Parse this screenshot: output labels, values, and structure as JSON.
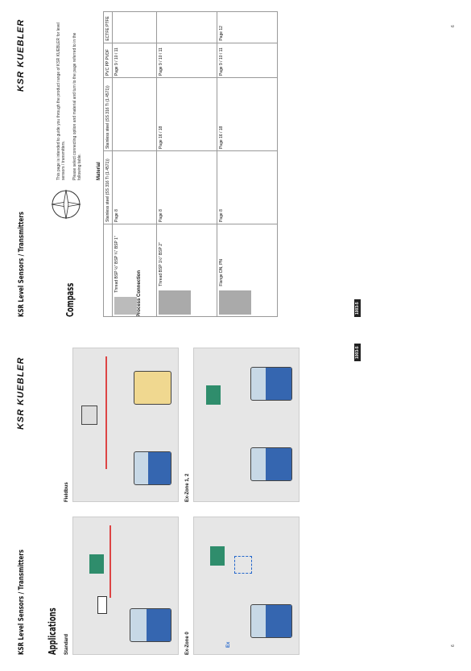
{
  "left_page": {
    "brand": "KSR KUEBLER",
    "header_title": "KSR Level Sensors / Transmitters",
    "section_title": "Applications",
    "panels": [
      {
        "title": "Standard"
      },
      {
        "title": "Fieldbus"
      },
      {
        "title": "Ex-Zone 0"
      },
      {
        "title": "Ex-Zone 1, 2"
      }
    ],
    "page_badge": "1003-5"
  },
  "right_page": {
    "brand": "KSR KUEBLER",
    "header_title": "KSR Level Sensors / Transmitters",
    "section_title": "Compass",
    "intro": [
      "This page is intended to guide you through the product range of KSR KUEBLER for level sensors / transmitters.",
      "Please select connecting option and material and turn to the page referred to in the following table."
    ],
    "material_label": "Material",
    "process_connection_label": "Process Connection",
    "columns": [
      "Stainless steel (SS 316 Ti (1.4571))",
      "Stainless steel (SS 316 Ti (1.4571))",
      "PVC PP PVDF",
      "ECTFE PTFE"
    ],
    "rows": [
      {
        "connection": "Thread BSP ½\" BSP ¾\" BSP 1\"",
        "cells": [
          "Page 8",
          "",
          "Page 9 / 10 / 11",
          ""
        ]
      },
      {
        "connection": "Thread BSP 1½\" BSP 2\"",
        "cells": [
          "Page 8",
          "Page 16 / 18",
          "Page 9 / 10 / 11",
          ""
        ]
      },
      {
        "connection": "Flange DN, PN",
        "cells": [
          "Page 8",
          "Page 16 / 18",
          "Page 9 / 10 / 11",
          "Page 12"
        ]
      }
    ],
    "page_badge": "1003-5"
  },
  "footer": {
    "left_page_number": "6",
    "right_page_number": "6"
  }
}
